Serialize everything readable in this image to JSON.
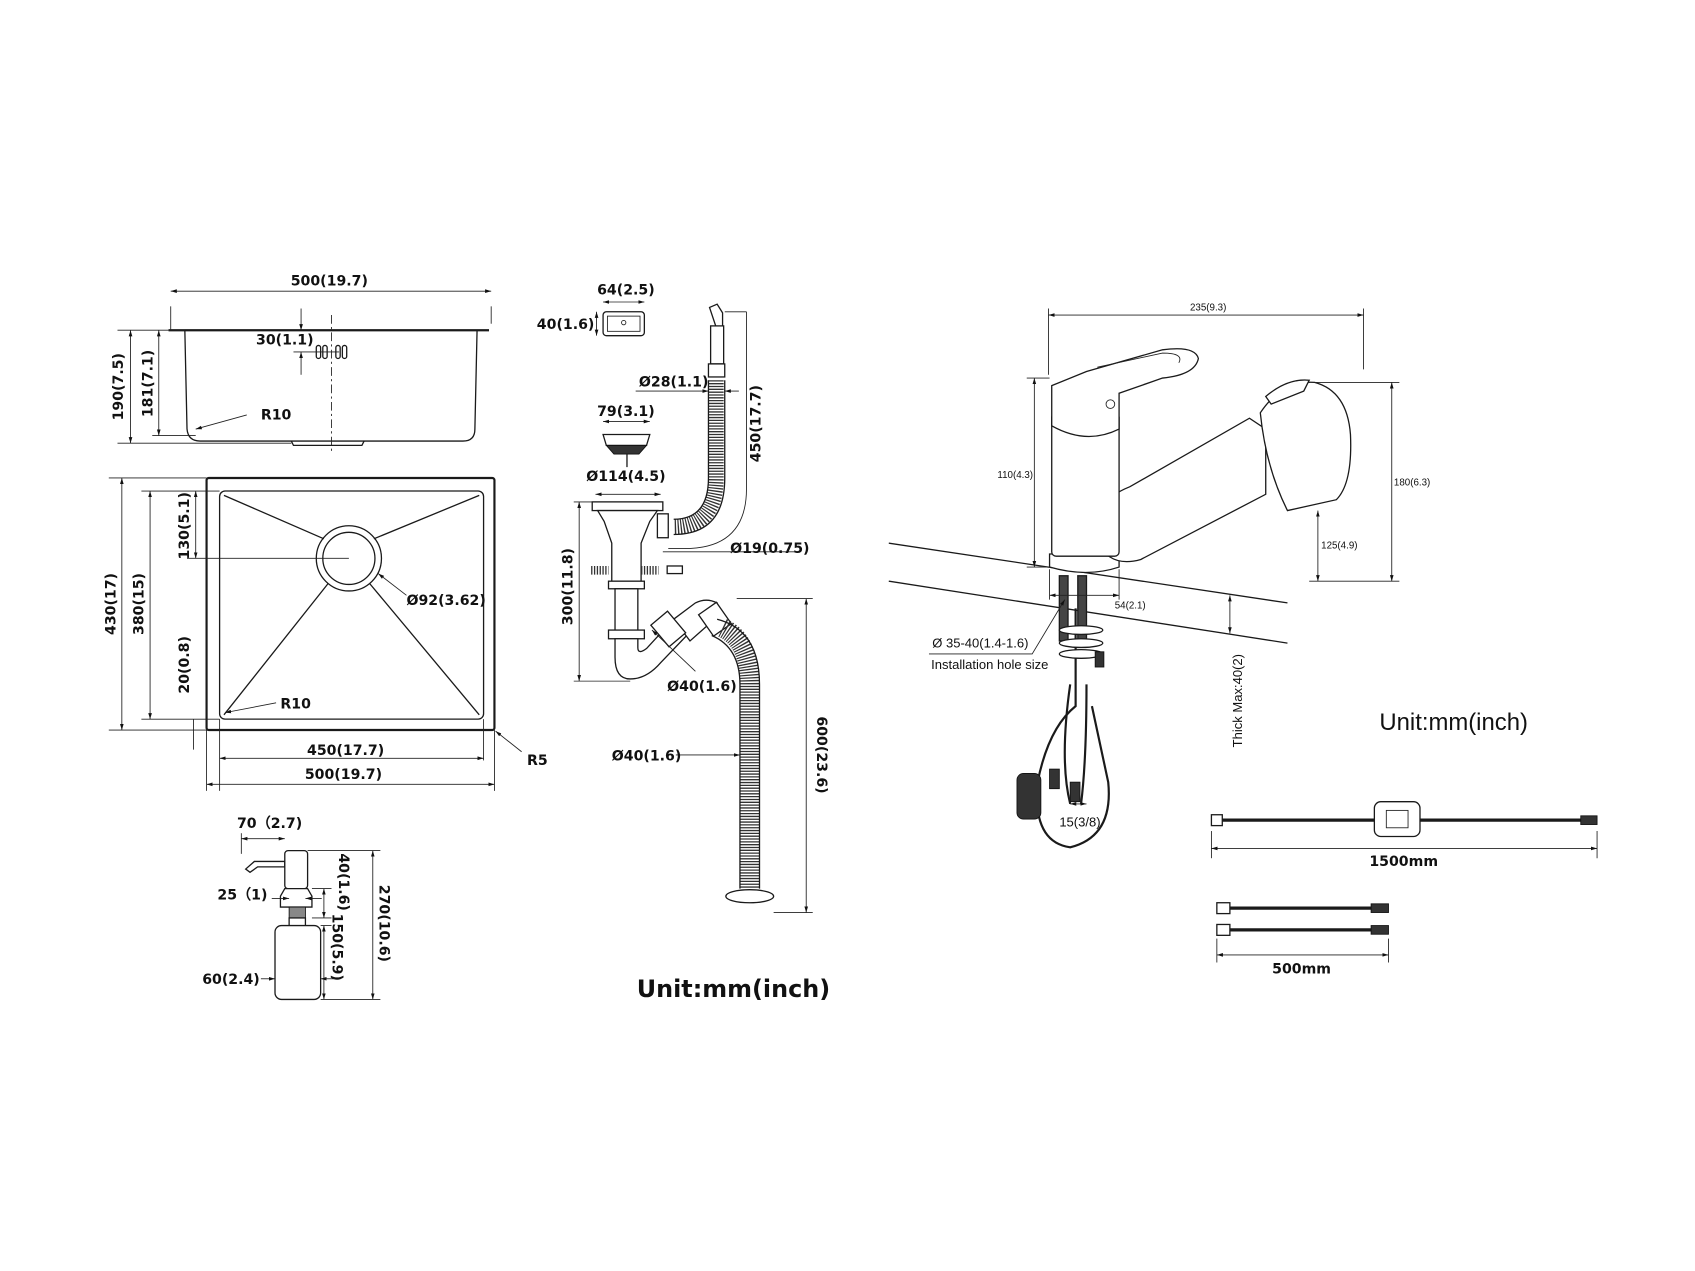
{
  "sink_side_view": {
    "width": "500(19.7)",
    "height_total": "190(7.5)",
    "height_inner": "181(7.1)",
    "overflow_offset": "30(1.1)",
    "corner_radius": "R10"
  },
  "sink_top_view": {
    "outer_depth": "430(17)",
    "inner_depth": "380(15)",
    "drain_offset": "130(5.1)",
    "drain_diameter": "Ø92(3.62)",
    "wall_offset": "20(0.8)",
    "corner_radius": "R10",
    "inner_width": "450(17.7)",
    "outer_width": "500(19.7)",
    "outer_radius": "R5"
  },
  "soap_dispenser": {
    "spout_length": "70（2.7)",
    "thread_diameter": "25（1)",
    "pump_height": "40(1.6)",
    "bottle_height": "150(5.9)",
    "total_height": "270(10.6)",
    "bottle_diameter": "60(2.4)"
  },
  "drain_kit": {
    "overflow_width": "64(2.5)",
    "overflow_height": "40(1.6)",
    "overflow_hose_diameter": "Ø28(1.1)",
    "overflow_hose_length": "450(17.7)",
    "strainer_diameter": "79(3.1)",
    "basket_diameter": "Ø114(4.5)",
    "side_inlet_diameter": "Ø19(0.75)",
    "trap_height": "300(11.8)",
    "trap_diameter": "Ø40(1.6)",
    "outlet_hose_diameter": "Ø40(1.6)",
    "outlet_hose_length": "600(23.6)",
    "unit_label": "Unit:mm(inch)"
  },
  "faucet": {
    "reach": "235(9.3)",
    "body_height": "110(4.3)",
    "total_height": "180(6.3)",
    "spout_clearance": "125(4.9)",
    "base_diameter": "54(2.1)",
    "hole_size": "Ø 35-40(1.4-1.6)",
    "hole_size_label": "Installation hole size",
    "thickness": "Thick Max:40(2)",
    "connector": "15(3/8)",
    "unit_label": "Unit:mm(inch)"
  },
  "hoses": {
    "long_hose": "1500mm",
    "short_hoses": "500mm"
  }
}
